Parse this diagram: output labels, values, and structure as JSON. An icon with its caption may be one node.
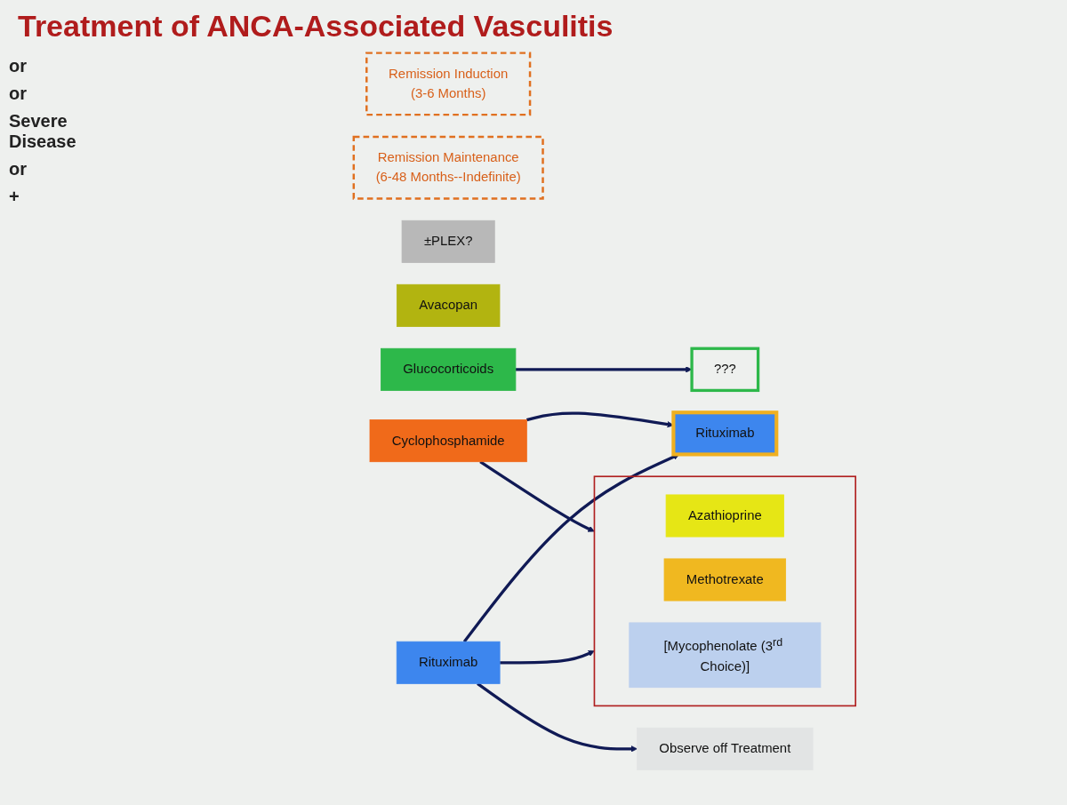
{
  "diagram": {
    "title": "Treatment of ANCA-Associated Vasculitis",
    "nodes": [
      {
        "text": [
          "Remission Induction",
          "(3-6 Months)"
        ]
      },
      {
        "text": [
          "Remission Maintenance",
          "(6-48 Months--Indefinite)"
        ]
      },
      {
        "text": [
          "Glucocorticoids"
        ]
      },
      {
        "text": [
          "???"
        ]
      },
      {
        "text": [],
        "shape": "bracket"
      },
      {
        "text": [
          "Azathioprine"
        ],
        "in": 4
      },
      {
        "text": [
          "Methotrexate"
        ],
        "in": 4
      },
      {
        "text": [
          "[Mycophenolate (3$^{rd}$ Choice)]"
        ],
        "in": 4
      },
      {
        "text": [
          "Cyclophosphamide"
        ]
      },
      {
        "text": [
          "±PLEX?"
        ]
      },
      {
        "text": [
          "Rituximab"
        ]
      },
      {
        "text": [
          "Rituximab"
        ]
      },
      {
        "text": [
          "Observe off Treatment"
        ]
      },
      {
        "text": [
          "Avacopan"
        ]
      }
    ],
    "edges": [
      {
        "from": 2,
        "to": 3,
        "arrow": "to"
      },
      {
        "from": 8,
        "to": 4,
        "arrow": "to"
      },
      {
        "from": 8,
        "to": 11,
        "arrow": "to"
      },
      {
        "from": 10,
        "to": 4,
        "arrow": "to"
      },
      {
        "from": 10,
        "to": 11,
        "arrow": "to"
      },
      {
        "from": 10,
        "to": 12,
        "arrow": "to"
      }
    ],
    "labels": [
      "or",
      "or",
      "Severe Disease",
      "or",
      "+"
    ]
  }
}
